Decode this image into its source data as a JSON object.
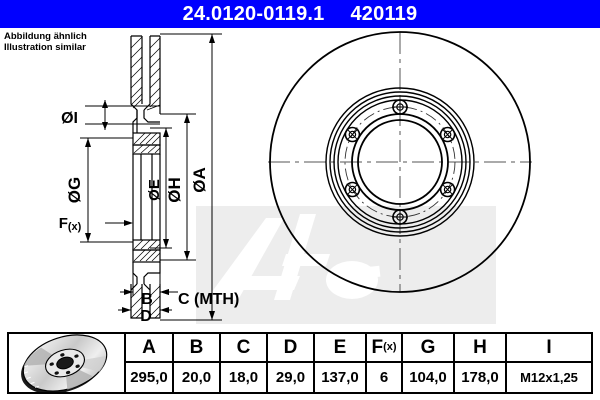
{
  "header": {
    "part_number": "24.0120-0119.1",
    "article_number": "420119",
    "bg_color": "#0000FF",
    "text_color": "#FFFFFF"
  },
  "caption": {
    "line1": "Abbildung ähnlich",
    "line2": "Illustration similar"
  },
  "watermark": {
    "text": "ate",
    "registered": "®",
    "color": "#E8E8E8"
  },
  "drawing": {
    "section_labels": {
      "dia_i": "ØI",
      "dia_g": "ØG",
      "dia_e": "ØE",
      "dia_h": "ØH",
      "dia_a": "ØA",
      "fx": "F",
      "fx_sub": "(x)",
      "b": "B",
      "c": "C (MTH)",
      "d": "D"
    },
    "front_view": {
      "bolt_count": 6,
      "has_centerlines": true,
      "has_bolt_circle": true
    }
  },
  "table": {
    "thumbnail_name": "brake-disc-photo",
    "columns": [
      {
        "key": "A",
        "header": "A",
        "sub": "",
        "value": "295,0"
      },
      {
        "key": "B",
        "header": "B",
        "sub": "",
        "value": "20,0"
      },
      {
        "key": "C",
        "header": "C",
        "sub": "",
        "value": "18,0"
      },
      {
        "key": "D",
        "header": "D",
        "sub": "",
        "value": "29,0"
      },
      {
        "key": "E",
        "header": "E",
        "sub": "",
        "value": "137,0"
      },
      {
        "key": "F",
        "header": "F",
        "sub": "(x)",
        "value": "6"
      },
      {
        "key": "G",
        "header": "G",
        "sub": "",
        "value": "104,0"
      },
      {
        "key": "H",
        "header": "H",
        "sub": "",
        "value": "178,0"
      },
      {
        "key": "I",
        "header": "I",
        "sub": "",
        "value": "M12x1,25"
      }
    ]
  }
}
